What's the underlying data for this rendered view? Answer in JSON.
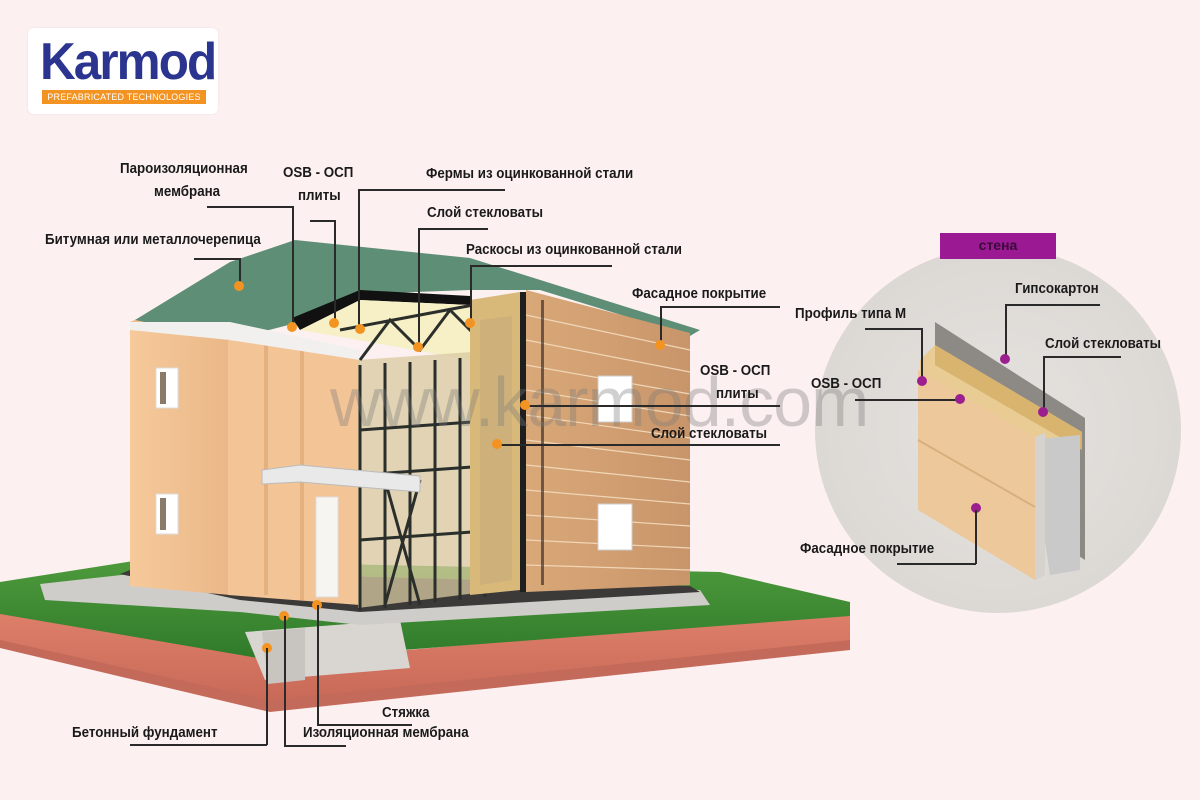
{
  "logo": {
    "brand": "Karmod",
    "tagline": "PREFABRICATED TECHNOLOGIES",
    "brand_color": "#2b3590",
    "tagline_bg": "#f39322"
  },
  "watermark": "www.karmod.com",
  "house_labels": {
    "vapor_membrane_line1": "Пароизоляционная",
    "vapor_membrane_line2": "мембрана",
    "osb_roof_line1": "OSB - ОСП",
    "osb_roof_line2": "плиты",
    "steel_trusses": "Фермы из оцинкованной стали",
    "glass_wool_roof": "Слой стекловаты",
    "roof_tiles": "Битумная или металлочерепица",
    "steel_braces": "Раскосы из оцинкованной стали",
    "facade_cladding": "Фасадное покрытие",
    "osb_wall_line1": "OSB - ОСП",
    "osb_wall_line2": "плиты",
    "glass_wool_wall": "Слой стекловаты",
    "screed": "Стяжка",
    "concrete_foundation": "Бетонный фундамент",
    "insulation_membrane": "Изоляционная мембрана"
  },
  "wall_detail": {
    "title": "стена",
    "title_bg": "#9b1a93",
    "labels": {
      "gypsum_board": "Гипсокартон",
      "m_profile": "Профиль типа М",
      "glass_wool": "Слой стекловаты",
      "osb": "OSB - ОСП",
      "facade_cladding": "Фасадное покрытие"
    }
  },
  "colors": {
    "background": "#fcf0f0",
    "marker_orange": "#f39322",
    "marker_purple": "#9b1f8e"
  }
}
